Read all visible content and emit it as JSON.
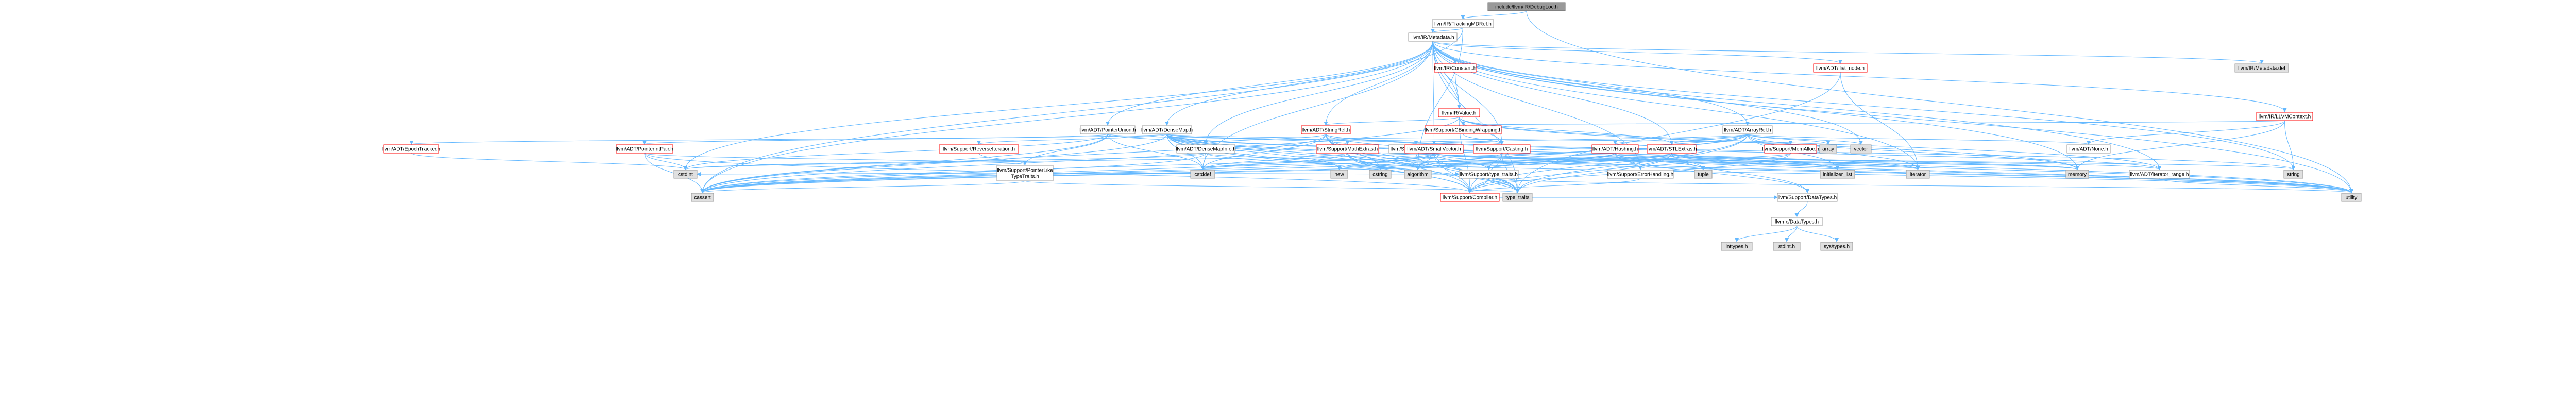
{
  "colors": {
    "edge": "#63b8ff",
    "node_fill": "#ffffff",
    "node_border": "#999999",
    "root_fill": "#999999",
    "root_border": "#666666",
    "dim_fill": "#e0e0e0",
    "dim_border": "#999999",
    "red_border": "#ff0000",
    "text": "#000000"
  },
  "nodes": [
    {
      "id": "root",
      "label": "include/llvm/IR/DebugLoc.h",
      "kind": "root"
    },
    {
      "id": "tracking",
      "label": "llvm/IR/TrackingMDRef.h",
      "kind": "normal"
    },
    {
      "id": "metadata",
      "label": "llvm/IR/Metadata.h",
      "kind": "normal"
    },
    {
      "id": "constant",
      "label": "llvm/IR/Constant.h",
      "kind": "red"
    },
    {
      "id": "ilist",
      "label": "llvm/ADT/ilist_node.h",
      "kind": "red"
    },
    {
      "id": "mddef",
      "label": "llvm/IR/Metadata.def",
      "kind": "dim"
    },
    {
      "id": "llvmctx",
      "label": "llvm/IR/LLVMContext.h",
      "kind": "red"
    },
    {
      "id": "value",
      "label": "llvm/IR/Value.h",
      "kind": "red"
    },
    {
      "id": "cbw",
      "label": "llvm/Support/CBindingWrapping.h",
      "kind": "red"
    },
    {
      "id": "arrayref",
      "label": "llvm/ADT/ArrayRef.h",
      "kind": "normal"
    },
    {
      "id": "densemap",
      "label": "llvm/ADT/DenseMap.h",
      "kind": "normal"
    },
    {
      "id": "ptrunion",
      "label": "llvm/ADT/PointerUnion.h",
      "kind": "normal"
    },
    {
      "id": "stringref",
      "label": "llvm/ADT/StringRef.h",
      "kind": "red"
    },
    {
      "id": "array",
      "label": "array",
      "kind": "dim"
    },
    {
      "id": "vector",
      "label": "vector",
      "kind": "dim"
    },
    {
      "id": "none",
      "label": "llvm/ADT/None.h",
      "kind": "normal"
    },
    {
      "id": "epoch",
      "label": "llvm/ADT/EpochTracker.h",
      "kind": "red"
    },
    {
      "id": "ptrintpair",
      "label": "llvm/ADT/PointerIntPair.h",
      "kind": "red"
    },
    {
      "id": "reverseiter",
      "label": "llvm/Support/ReverseIteration.h",
      "kind": "red"
    },
    {
      "id": "densemapinfo",
      "label": "llvm/ADT/DenseMapInfo.h",
      "kind": "normal"
    },
    {
      "id": "mathextras",
      "label": "llvm/Support/MathExtras.h",
      "kind": "red"
    },
    {
      "id": "alignof",
      "label": "llvm/Support/AlignOf.h",
      "kind": "normal"
    },
    {
      "id": "memalloc",
      "label": "llvm/Support/MemAlloc.h",
      "kind": "red"
    },
    {
      "id": "smallvector",
      "label": "llvm/ADT/SmallVector.h",
      "kind": "red"
    },
    {
      "id": "casting",
      "label": "llvm/Support/Casting.h",
      "kind": "red"
    },
    {
      "id": "hashing",
      "label": "llvm/ADT/Hashing.h",
      "kind": "red"
    },
    {
      "id": "stlextras",
      "label": "llvm/ADT/STLExtras.h",
      "kind": "red"
    },
    {
      "id": "cstdint",
      "label": "cstdint",
      "kind": "dim"
    },
    {
      "id": "cstddef",
      "label": "cstddef",
      "kind": "dim"
    },
    {
      "id": "ptrlike",
      "label": "llvm/Support/PointerLike\nTypeTraits.h",
      "kind": "normal"
    },
    {
      "id": "new",
      "label": "new",
      "kind": "dim"
    },
    {
      "id": "cstring",
      "label": "cstring",
      "kind": "dim"
    },
    {
      "id": "algorithm",
      "label": "algorithm",
      "kind": "dim"
    },
    {
      "id": "typetraits_llvm",
      "label": "llvm/Support/type_traits.h",
      "kind": "normal"
    },
    {
      "id": "errhandling",
      "label": "llvm/Support/ErrorHandling.h",
      "kind": "normal"
    },
    {
      "id": "tuple",
      "label": "tuple",
      "kind": "dim"
    },
    {
      "id": "initlist",
      "label": "initializer_list",
      "kind": "dim"
    },
    {
      "id": "iterator",
      "label": "iterator",
      "kind": "dim"
    },
    {
      "id": "memory",
      "label": "memory",
      "kind": "dim"
    },
    {
      "id": "iterrange",
      "label": "llvm/ADT/iterator_range.h",
      "kind": "normal"
    },
    {
      "id": "string",
      "label": "string",
      "kind": "dim"
    },
    {
      "id": "cassert",
      "label": "cassert",
      "kind": "dim"
    },
    {
      "id": "compiler",
      "label": "llvm/Support/Compiler.h",
      "kind": "red"
    },
    {
      "id": "typetraits",
      "label": "type_traits",
      "kind": "dim"
    },
    {
      "id": "datatypes",
      "label": "llvm/Support/DataTypes.h",
      "kind": "normal"
    },
    {
      "id": "utility",
      "label": "utility",
      "kind": "dim"
    },
    {
      "id": "cdatatypes",
      "label": "llvm-c/DataTypes.h",
      "kind": "normal"
    },
    {
      "id": "inttypes",
      "label": "inttypes.h",
      "kind": "dim"
    },
    {
      "id": "stdint",
      "label": "stdint.h",
      "kind": "dim"
    },
    {
      "id": "systypes",
      "label": "sys/types.h",
      "kind": "dim"
    }
  ]
}
